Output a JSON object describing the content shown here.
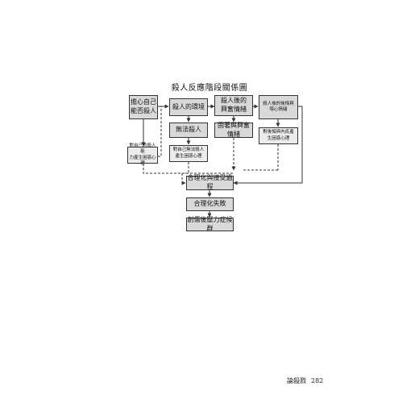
{
  "title": "殺人反應階段關係圖",
  "nodes": {
    "worry": "擔心自己\n能否殺人",
    "env": "殺人的環境",
    "after_excite": "殺人後的\n興奮情緒",
    "after_remorse": "殺人後的後悔與\n噁心情緒",
    "guilt_self": "對自己的殺人能\n力產生困惑心理",
    "cannot_kill": "無法殺人",
    "cannot_guilt": "對自己無法殺人\n產生困惑心理",
    "fixate": "固著與興奮\n情緒",
    "remorse_guilt": "對後悔與內疚產\n生困惑心理",
    "rationalize": "合理化與接受過程",
    "rational_fail": "合理化失敗",
    "ptsd": "創傷後壓力症候群"
  },
  "footer": {
    "label": "論殺戮",
    "page": "282"
  }
}
